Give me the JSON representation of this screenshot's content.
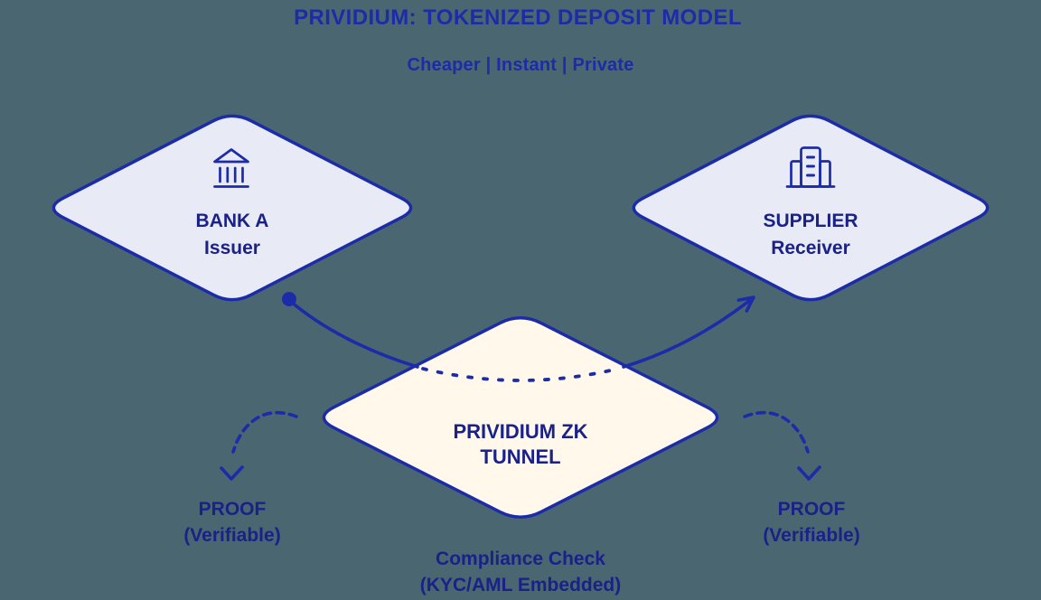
{
  "palette": {
    "background": "#4A6771",
    "accent": "#1C2CA8",
    "navy": "#1A2187",
    "node_fill": "#E8EAF5",
    "tunnel_fill": "#FFF8EB"
  },
  "header": {
    "title": "PRIVIDIUM: TOKENIZED DEPOSIT MODEL",
    "tagline": "Cheaper | Instant | Private"
  },
  "nodes": {
    "bank": {
      "name": "BANK A",
      "role": "Issuer",
      "icon": "bank-icon"
    },
    "supplier": {
      "name": "SUPPLIER",
      "role": "Receiver",
      "icon": "office-building-icon"
    },
    "tunnel": {
      "label_line1": "PRIVIDIUM ZK",
      "label_line2": "TUNNEL"
    }
  },
  "annotations": {
    "proof_left": {
      "title": "PROOF",
      "subtitle": "(Verifiable)"
    },
    "proof_right": {
      "title": "PROOF",
      "subtitle": "(Verifiable)"
    },
    "compliance": {
      "line1": "Compliance Check",
      "line2": "(KYC/AML Embedded)"
    }
  }
}
